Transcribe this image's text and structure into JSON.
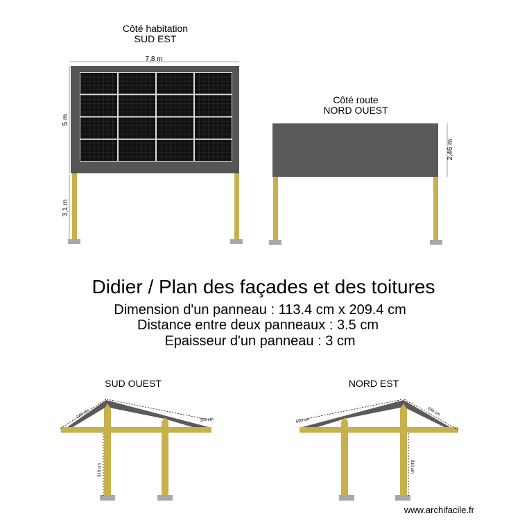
{
  "colors": {
    "panel_frame": "#555555",
    "panel_cells": "#111111",
    "wood": "#c8b04c",
    "base": "#a8a8a8",
    "roof": "#5a5a5a"
  },
  "elev_se": {
    "title1": "Côté habitation",
    "title2": "SUD EST",
    "width_label": "7,8 m",
    "height_label": "5 m",
    "post_label": "3,1 m",
    "rows": 4,
    "cols": 4
  },
  "elev_no": {
    "title1": "Côté route",
    "title2": "NORD OUEST",
    "height_label": "2,46 m"
  },
  "main_title": "Didier / Plan des façades et des toitures",
  "info": {
    "line1": "Dimension d'un panneau : 113.4 cm x 209.4 cm",
    "line2": "Distance entre deux panneaux : 3.5 cm",
    "line3": "Epaisseur d'un panneau : 3 cm"
  },
  "side_so": {
    "title": "SUD OUEST",
    "slope_left": "246 cm",
    "slope_right": "500 cm",
    "post_label": "310 cm"
  },
  "side_ne": {
    "title": "NORD EST",
    "slope_left": "500 cm",
    "slope_right": "246 cm",
    "post_label": "310 cm"
  },
  "watermark": "www.archifacile.fr"
}
